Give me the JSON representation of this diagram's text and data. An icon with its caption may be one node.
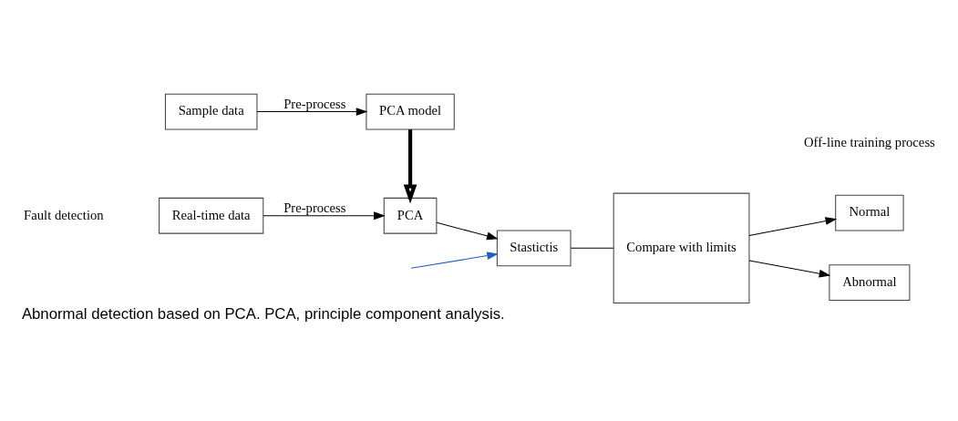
{
  "diagram": {
    "caption": "Abnormal detection based on PCA. PCA, principle component analysis.",
    "nodes": [
      {
        "text": [
          "Sample data"
        ]
      },
      {
        "text": [
          "PCA model"
        ]
      },
      {
        "text": [
          "Real-time data"
        ]
      },
      {
        "text": [
          "PCA"
        ]
      },
      {
        "text": [
          "Stastictis"
        ]
      },
      {
        "text": [
          "Compare with limits"
        ]
      },
      {
        "text": [
          "Normal"
        ]
      },
      {
        "text": [
          "Abnormal"
        ]
      }
    ],
    "edges": [
      {
        "from": 0,
        "to": 1,
        "arrow": "to",
        "label": "Pre-process"
      },
      {
        "from": 1,
        "to": 3,
        "arrow": "to",
        "style": "thick"
      },
      {
        "from": 2,
        "to": 3,
        "arrow": "to",
        "label": "Pre-process"
      },
      {
        "from": 3,
        "to": 4,
        "arrow": "to"
      },
      {
        "from": 4,
        "to": 5,
        "arrow": "none"
      },
      {
        "from": 5,
        "to": 6,
        "arrow": "to"
      },
      {
        "from": 5,
        "to": 7,
        "arrow": "to"
      },
      {
        "from": null,
        "to": 4,
        "arrow": "to",
        "color": "#1f5fbf"
      }
    ],
    "labels": [
      "Off-line training process",
      "Fault detection"
    ]
  }
}
